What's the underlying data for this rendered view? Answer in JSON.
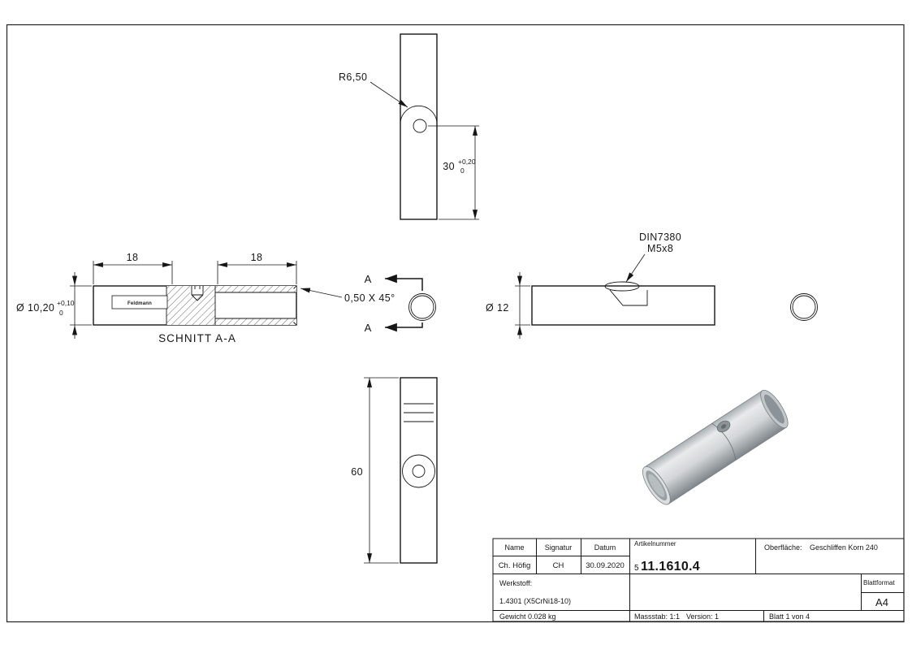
{
  "views": {
    "top": {
      "radius_label": "R6,50",
      "length_dim": "30",
      "length_tol_upper": "+0,20",
      "length_tol_lower": "0"
    },
    "section": {
      "title": "SCHNITT A-A",
      "left_length_dim": "18",
      "right_length_dim": "18",
      "diameter_dim": "Ø 10,20",
      "diameter_tol_upper": "+0,10",
      "diameter_tol_lower": "0",
      "chamfer_dim": "0,50 X 45°",
      "cut_letter_top": "A",
      "cut_letter_bottom": "A",
      "stamp_text": "Feldmann"
    },
    "side": {
      "screw_standard": "DIN7380",
      "screw_size": "M5x8",
      "diameter_dim": "Ø 12"
    },
    "front": {
      "length_dim": "60"
    }
  },
  "title_block": {
    "headers": {
      "name": "Name",
      "signatur": "Signatur",
      "datum": "Datum",
      "artikelnummer": "Artikelnummer",
      "blattformat": "Blattformat"
    },
    "values": {
      "name": "Ch. Höfig",
      "signatur": "CH",
      "datum": "30.09.2020",
      "artikelnummer_prefix": "5",
      "artikelnummer": "11.1610.4",
      "blattformat": "A4"
    },
    "oberflaeche_label": "Oberfläche:",
    "oberflaeche_value": "Geschliffen Korn 240",
    "werkstoff_label": "Werkstoff:",
    "werkstoff_value": "1.4301 (X5CrNi18-10)",
    "gewicht": "Gewicht 0.028 kg",
    "massstab": "Massstab: 1:1",
    "version": "Version: 1",
    "blatt": "Blatt 1 von 4"
  },
  "colors": {
    "line": "#161616",
    "metal_light": "#e8eaeb",
    "metal_dark": "#7f868b"
  }
}
